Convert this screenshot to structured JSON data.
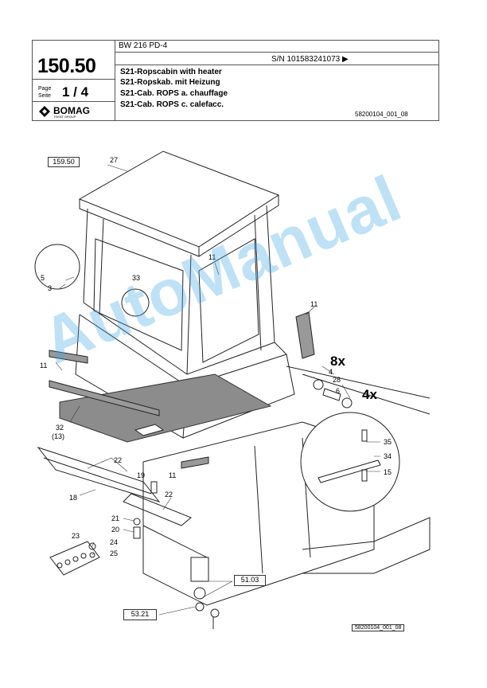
{
  "header": {
    "model": "BW 216 PD-4",
    "serial": "S/N 101583241073 ▶",
    "page_number": "150.50",
    "page_label": "Page\nSeite",
    "page_value": "1 / 4",
    "logo_text": "BOMAG",
    "logo_sub": "FAYAT GROUP",
    "titles": [
      "S21-Ropscabin with heater",
      "S21-Ropskab. mit Heizung",
      "S21-Cab. ROPS a. chauffage",
      "S21-Cab. ROPS c. calefacc."
    ],
    "drawing_number": "58200104_001_08"
  },
  "diagram": {
    "ref_boxes": [
      "159.50",
      "51.03",
      "53.21"
    ],
    "callouts": [
      "27",
      "11",
      "5",
      "3",
      "33",
      "11",
      "11",
      "11",
      "8x",
      "4",
      "28",
      "6",
      "4x",
      "32",
      "(13)",
      "22",
      "19",
      "22",
      "18",
      "35",
      "34",
      "15",
      "21",
      "20",
      "23",
      "24",
      "25"
    ],
    "footer_ref": "58200104_001_08"
  },
  "watermark": "AutoManual",
  "colors": {
    "watermark": "#46aae6",
    "line": "#222222",
    "shade": "#999999"
  }
}
